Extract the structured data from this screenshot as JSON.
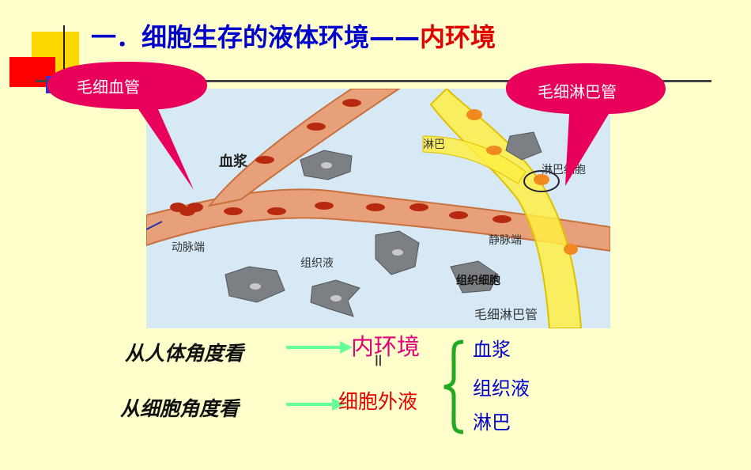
{
  "title": {
    "main": "一．细胞生存的液体环境——",
    "highlight": "内环境"
  },
  "callouts": {
    "capillary": "毛细血管",
    "lymph_capillary": "毛细淋巴管"
  },
  "diagram_labels": {
    "plasma": "血浆",
    "lymph": "淋巴",
    "lymphocyte": "淋巴细胞",
    "artery_end": "动脉端",
    "vein_end": "静脉端",
    "tissue_fluid": "组织液",
    "tissue_cell": "组织细胞",
    "lymph_capillary": "毛细淋巴管"
  },
  "bottom": {
    "from_body": "从人体角度看",
    "from_cell": "从细胞角度看",
    "internal_env": "内环境",
    "equals": "=",
    "extracellular": "细胞外液",
    "components": [
      "血浆",
      "组织液",
      "淋巴"
    ]
  },
  "colors": {
    "title_blue": "#0000CC",
    "highlight_red": "#E00000",
    "callout_pink": "#E8005A",
    "arrow_green": "#66FF99",
    "brace_green": "#22AA22",
    "background": "#FFFFCC"
  }
}
